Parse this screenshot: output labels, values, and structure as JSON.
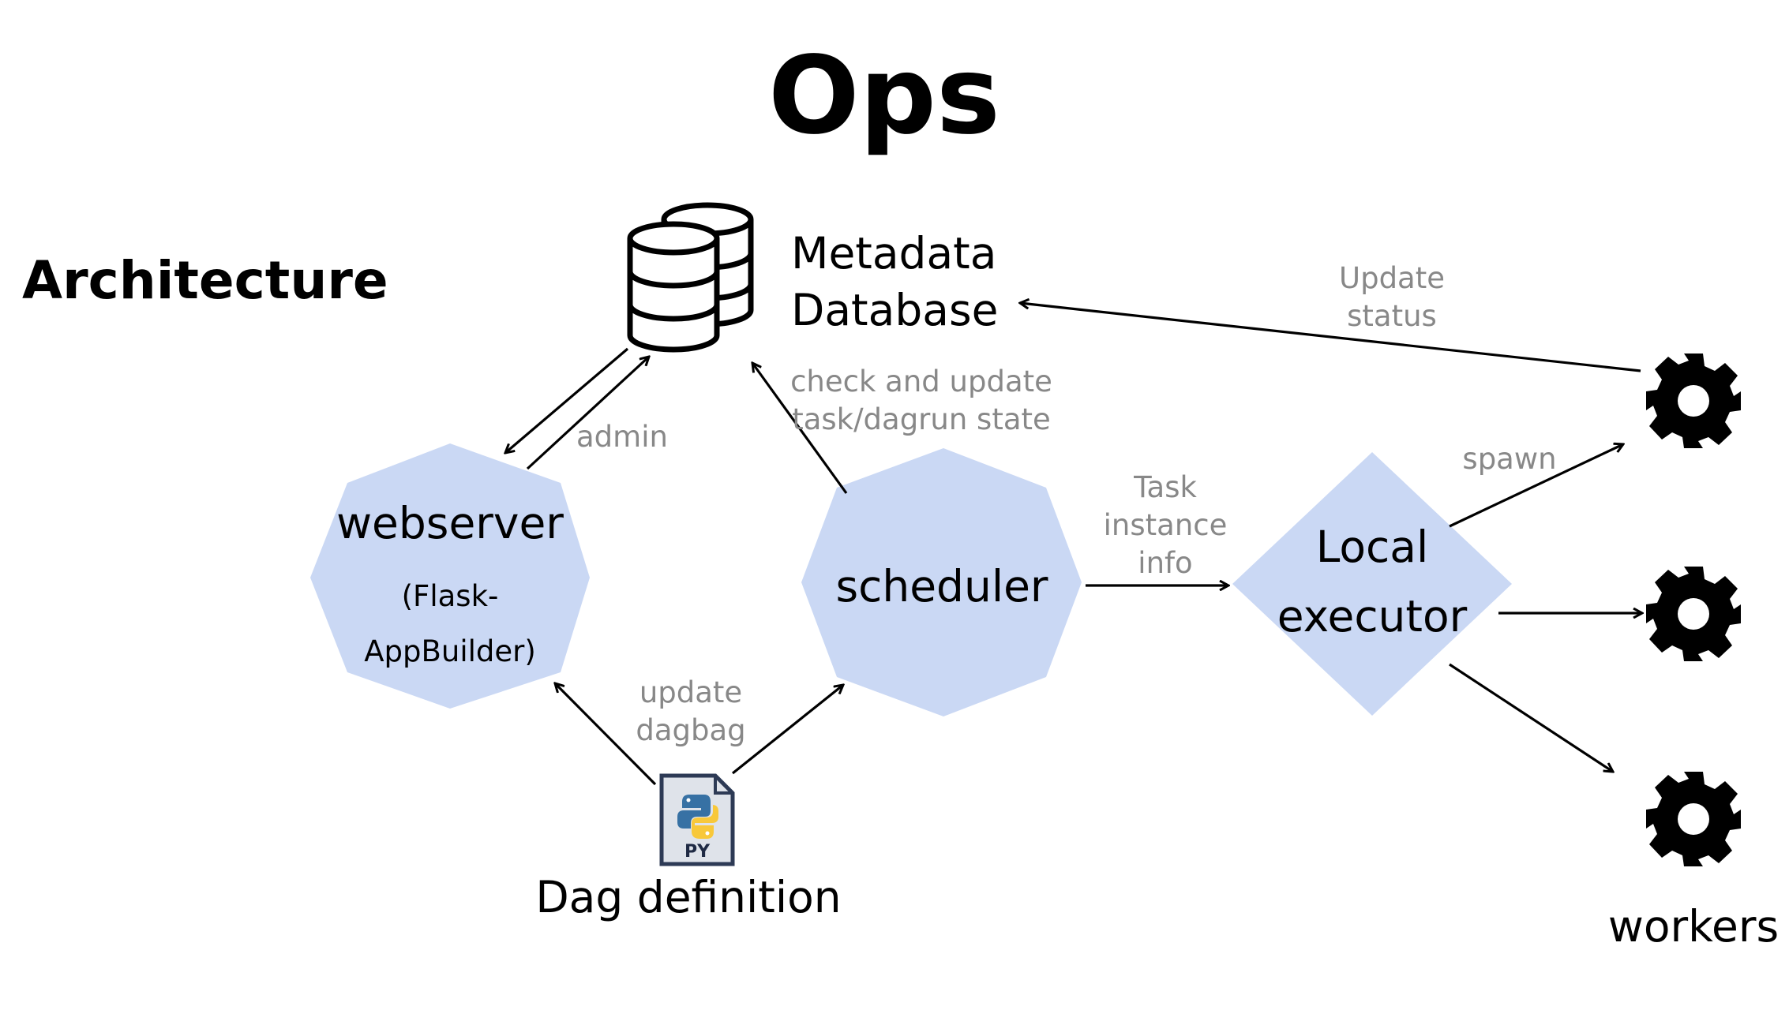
{
  "title": "Ops",
  "subtitle": "Architecture",
  "nodes": {
    "metadata_db": {
      "line1": "Metadata",
      "line2": "Database",
      "icon": "database-icon"
    },
    "webserver": {
      "line1": "webserver",
      "line2": "(Flask-",
      "line3": "AppBuilder)"
    },
    "scheduler": {
      "label": "scheduler"
    },
    "executor": {
      "line1": "Local",
      "line2": "executor"
    },
    "dag_definition": {
      "label": "Dag definition",
      "icon": "python-file-icon",
      "badge": "PY"
    },
    "workers": {
      "label": "workers",
      "icon": "gear-icon",
      "count": 3
    }
  },
  "edges": {
    "admin": "admin",
    "check_update_1": "check and update",
    "check_update_2": "task/dagrun state",
    "task_info_1": "Task",
    "task_info_2": "instance",
    "task_info_3": "info",
    "update_dagbag_1": "update",
    "update_dagbag_2": "dagbag",
    "spawn": "spawn",
    "update_status_1": "Update",
    "update_status_2": "status"
  },
  "colors": {
    "node_fill": "#cad8f4",
    "edge_label": "#888888",
    "python_blue": "#3771a4",
    "python_yellow": "#f8c83a",
    "file_body": "#dfe3ea",
    "file_border": "#2d3a55"
  }
}
